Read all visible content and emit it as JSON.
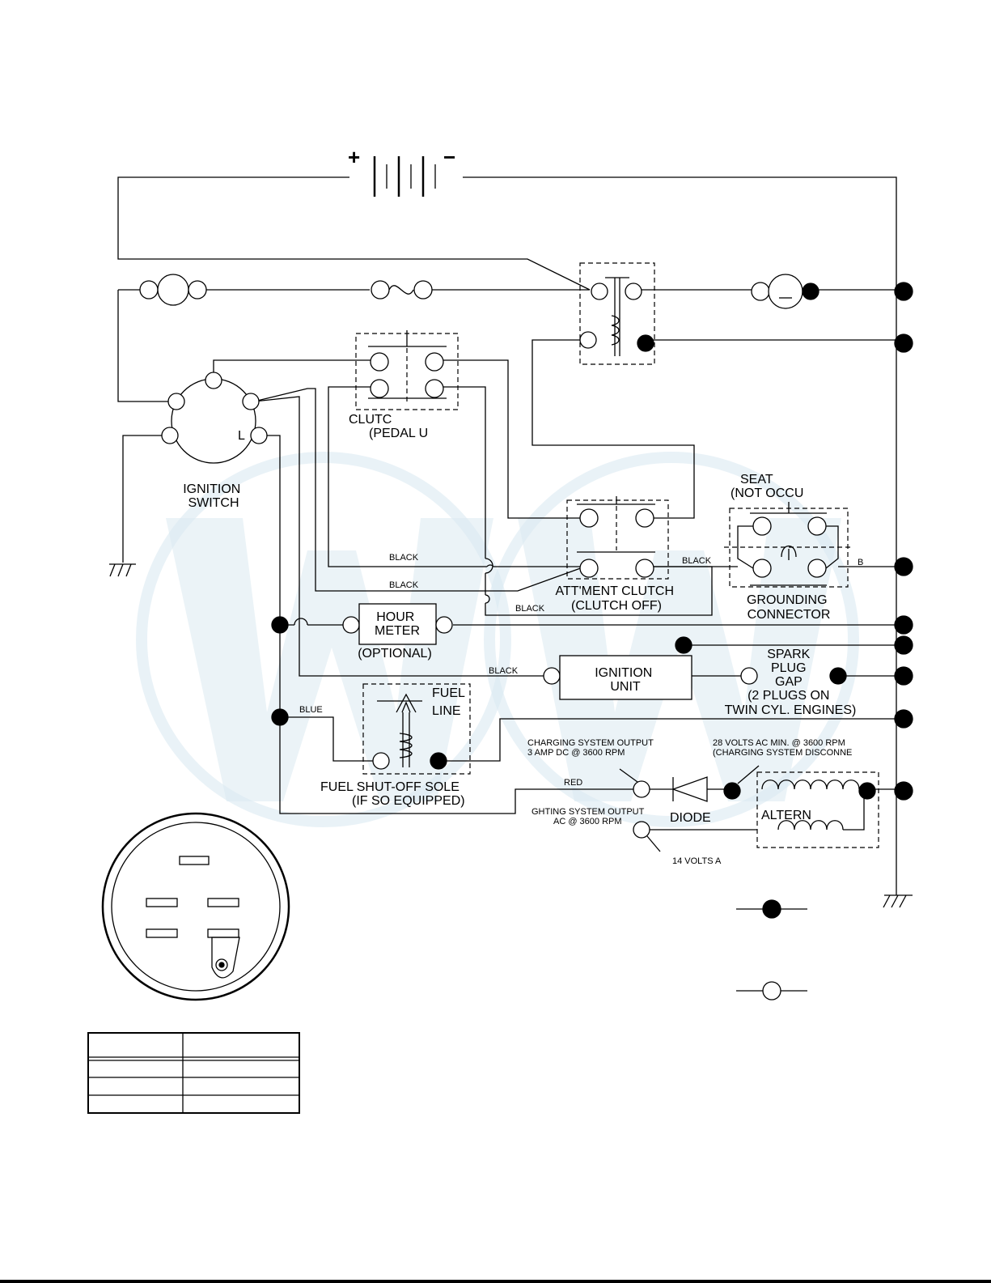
{
  "labels": {
    "ignition_switch": [
      "IGNITION",
      "SWITCH"
    ],
    "ignition_L": "L",
    "clutch": [
      "CLUTC",
      "(PEDAL U"
    ],
    "seat": [
      "SEAT",
      "(NOT OCCU"
    ],
    "att_clutch": [
      "ATT'MENT CLUTCH",
      "(CLUTCH OFF)"
    ],
    "grounding": [
      "GROUNDING",
      "CONNECTOR"
    ],
    "hour_meter_box": [
      "HOUR",
      "METER"
    ],
    "hour_meter_opt": "(OPTIONAL)",
    "ignition_unit": [
      "IGNITION",
      "UNIT"
    ],
    "spark_plug": [
      "SPARK",
      "PLUG",
      "GAP",
      "(2 PLUGS ON",
      "TWIN CYL. ENGINES)"
    ],
    "fuel_line": [
      "FUEL",
      "LINE"
    ],
    "fuel_solenoid": [
      "FUEL SHUT-OFF SOLE",
      "(IF SO EQUIPPED)"
    ],
    "charging_output": [
      "CHARGING SYSTEM OUTPUT",
      "3 AMP DC @ 3600 RPM"
    ],
    "volts_28": [
      "28 VOLTS AC MIN. @ 3600 RPM",
      "(CHARGING SYSTEM DISCONNE"
    ],
    "lighting_output": [
      "GHTING SYSTEM OUTPUT",
      "AC @ 3600 RPM"
    ],
    "volts_14": "14 VOLTS A",
    "diode": "DIODE",
    "alternator": "ALTERN"
  },
  "wire_labels": {
    "black_1": "BLACK",
    "black_2": "BLACK",
    "black_3": "BLACK",
    "black_4": "BLACK",
    "black_5": "BLACK",
    "blue": "BLUE",
    "red": "RED",
    "b": "B"
  },
  "battery": {
    "plus": "+",
    "minus": "−"
  }
}
